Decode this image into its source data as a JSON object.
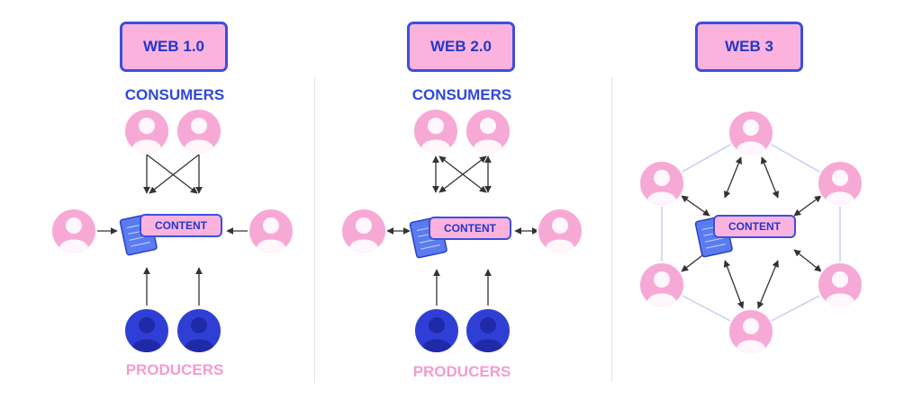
{
  "columns": [
    {
      "title": "WEB 1.0",
      "consumers_label": "CONSUMERS",
      "producers_label": "PRODUCERS",
      "content_label": "CONTENT"
    },
    {
      "title": "WEB 2.0",
      "consumers_label": "CONSUMERS",
      "producers_label": "PRODUCERS",
      "content_label": "CONTENT"
    },
    {
      "title": "WEB 3",
      "content_label": "CONTENT"
    }
  ],
  "colors": {
    "accent_blue": "#3d4fe0",
    "pink_fill": "#fbb3dd",
    "consumer_avatar": "#f7a9d6",
    "producer_avatar": "#2f3fd6",
    "label_blue": "#2f48d9",
    "label_pink": "#f59ad0"
  },
  "icons": [
    "user-avatar-icon",
    "document-icon",
    "arrow-icon"
  ]
}
